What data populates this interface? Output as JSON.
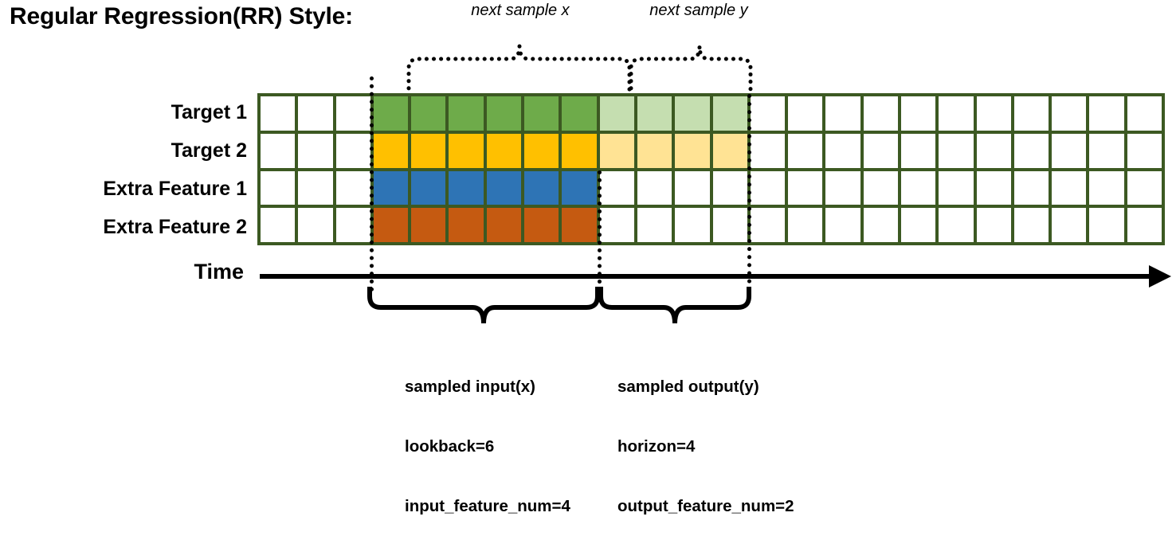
{
  "title": "Regular Regression(RR) Style:",
  "annotations": {
    "next_sample_x": "next sample x",
    "next_sample_y": "next sample y",
    "time_label": "Time"
  },
  "rows": [
    {
      "label": "Target 1",
      "name": "target-1"
    },
    {
      "label": "Target 2",
      "name": "target-2"
    },
    {
      "label": "Extra Feature 1",
      "name": "extra-feature-1"
    },
    {
      "label": "Extra Feature 2",
      "name": "extra-feature-2"
    }
  ],
  "grid": {
    "columns": 24,
    "rows": 4,
    "border_color": "#3C5922",
    "cell_colors": {
      "empty": "#FFFFFF",
      "green": "#6EAB4A",
      "light_green": "#C5DEB0",
      "yellow": "#FFC000",
      "light_yellow": "#FFE394",
      "blue": "#2E74B5",
      "orange": "#C55A11"
    },
    "fill_map": [
      [
        "empty",
        "empty",
        "empty",
        "green",
        "green",
        "green",
        "green",
        "green",
        "green",
        "light_green",
        "light_green",
        "light_green",
        "light_green",
        "empty",
        "empty",
        "empty",
        "empty",
        "empty",
        "empty",
        "empty",
        "empty",
        "empty",
        "empty",
        "empty"
      ],
      [
        "empty",
        "empty",
        "empty",
        "yellow",
        "yellow",
        "yellow",
        "yellow",
        "yellow",
        "yellow",
        "light_yellow",
        "light_yellow",
        "light_yellow",
        "light_yellow",
        "empty",
        "empty",
        "empty",
        "empty",
        "empty",
        "empty",
        "empty",
        "empty",
        "empty",
        "empty",
        "empty"
      ],
      [
        "empty",
        "empty",
        "empty",
        "blue",
        "blue",
        "blue",
        "blue",
        "blue",
        "blue",
        "empty",
        "empty",
        "empty",
        "empty",
        "empty",
        "empty",
        "empty",
        "empty",
        "empty",
        "empty",
        "empty",
        "empty",
        "empty",
        "empty",
        "empty"
      ],
      [
        "empty",
        "empty",
        "empty",
        "orange",
        "orange",
        "orange",
        "orange",
        "orange",
        "orange",
        "empty",
        "empty",
        "empty",
        "empty",
        "empty",
        "empty",
        "empty",
        "empty",
        "empty",
        "empty",
        "empty",
        "empty",
        "empty",
        "empty",
        "empty"
      ]
    ]
  },
  "captions": {
    "input": {
      "line1": "sampled input(x)",
      "line2": "lookback=6",
      "line3": "input_feature_num=4"
    },
    "output": {
      "line1": "sampled output(y)",
      "line2": "horizon=4",
      "line3": "output_feature_num=2"
    }
  }
}
